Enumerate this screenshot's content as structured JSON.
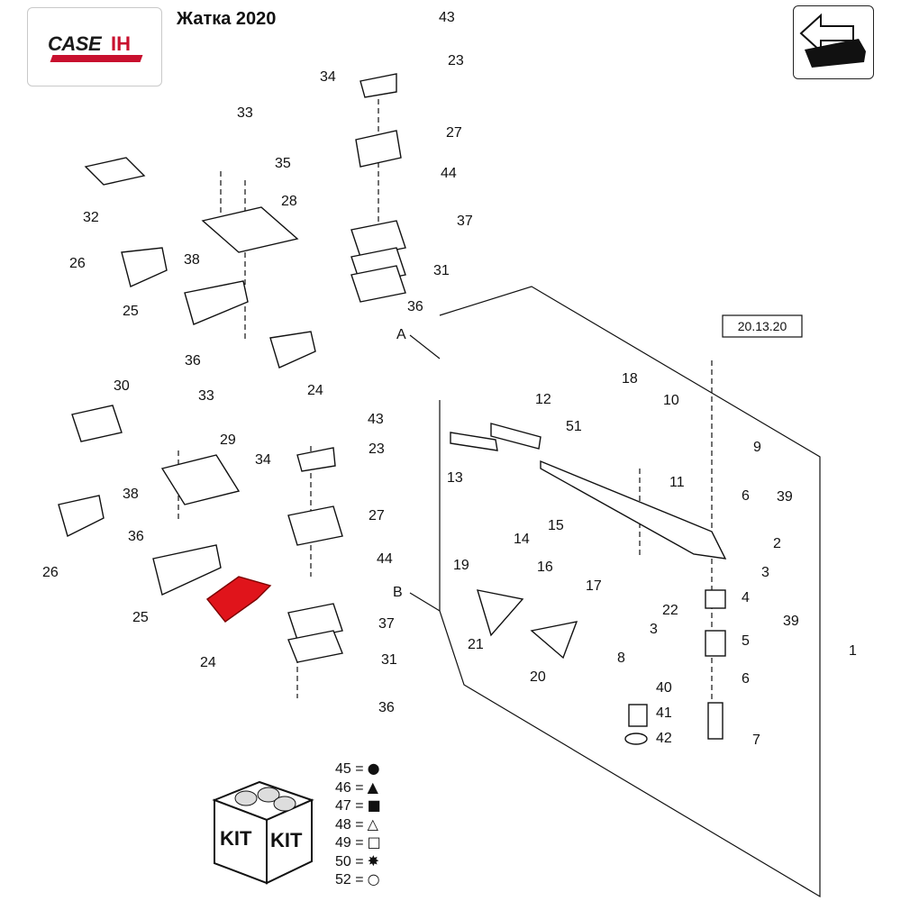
{
  "header": {
    "logo_text": "CASE",
    "brand_mark": "IH",
    "title": "Жатка 2020",
    "nav_icon": "arrow-back-icon"
  },
  "diagram": {
    "section_labels": [
      "A",
      "B"
    ],
    "reference": "20.13.20",
    "callouts": [
      "1",
      "2",
      "3",
      "3",
      "4",
      "5",
      "6",
      "6",
      "7",
      "8",
      "9",
      "10",
      "11",
      "12",
      "13",
      "14",
      "15",
      "16",
      "17",
      "18",
      "19",
      "20",
      "21",
      "22",
      "23",
      "23",
      "24",
      "24",
      "25",
      "25",
      "26",
      "26",
      "27",
      "27",
      "28",
      "29",
      "30",
      "31",
      "31",
      "32",
      "33",
      "33",
      "34",
      "34",
      "35",
      "36",
      "36",
      "36",
      "36",
      "37",
      "37",
      "38",
      "38",
      "39",
      "39",
      "40",
      "41",
      "42",
      "43",
      "43",
      "44",
      "44",
      "51"
    ],
    "highlighted_part": "24"
  },
  "kit": {
    "label_left": "KIT",
    "label_right": "KIT",
    "legend": [
      {
        "code": "45 =",
        "symbol": "●"
      },
      {
        "code": "46 =",
        "symbol": "▲"
      },
      {
        "code": "47 =",
        "symbol": "■"
      },
      {
        "code": "48 =",
        "symbol": "△"
      },
      {
        "code": "49 =",
        "symbol": "□"
      },
      {
        "code": "50 =",
        "symbol": "✸"
      },
      {
        "code": "52 =",
        "symbol": "○"
      }
    ]
  },
  "colors": {
    "highlight": "#e0141b",
    "brand": "#c8102e",
    "line": "#111111"
  }
}
